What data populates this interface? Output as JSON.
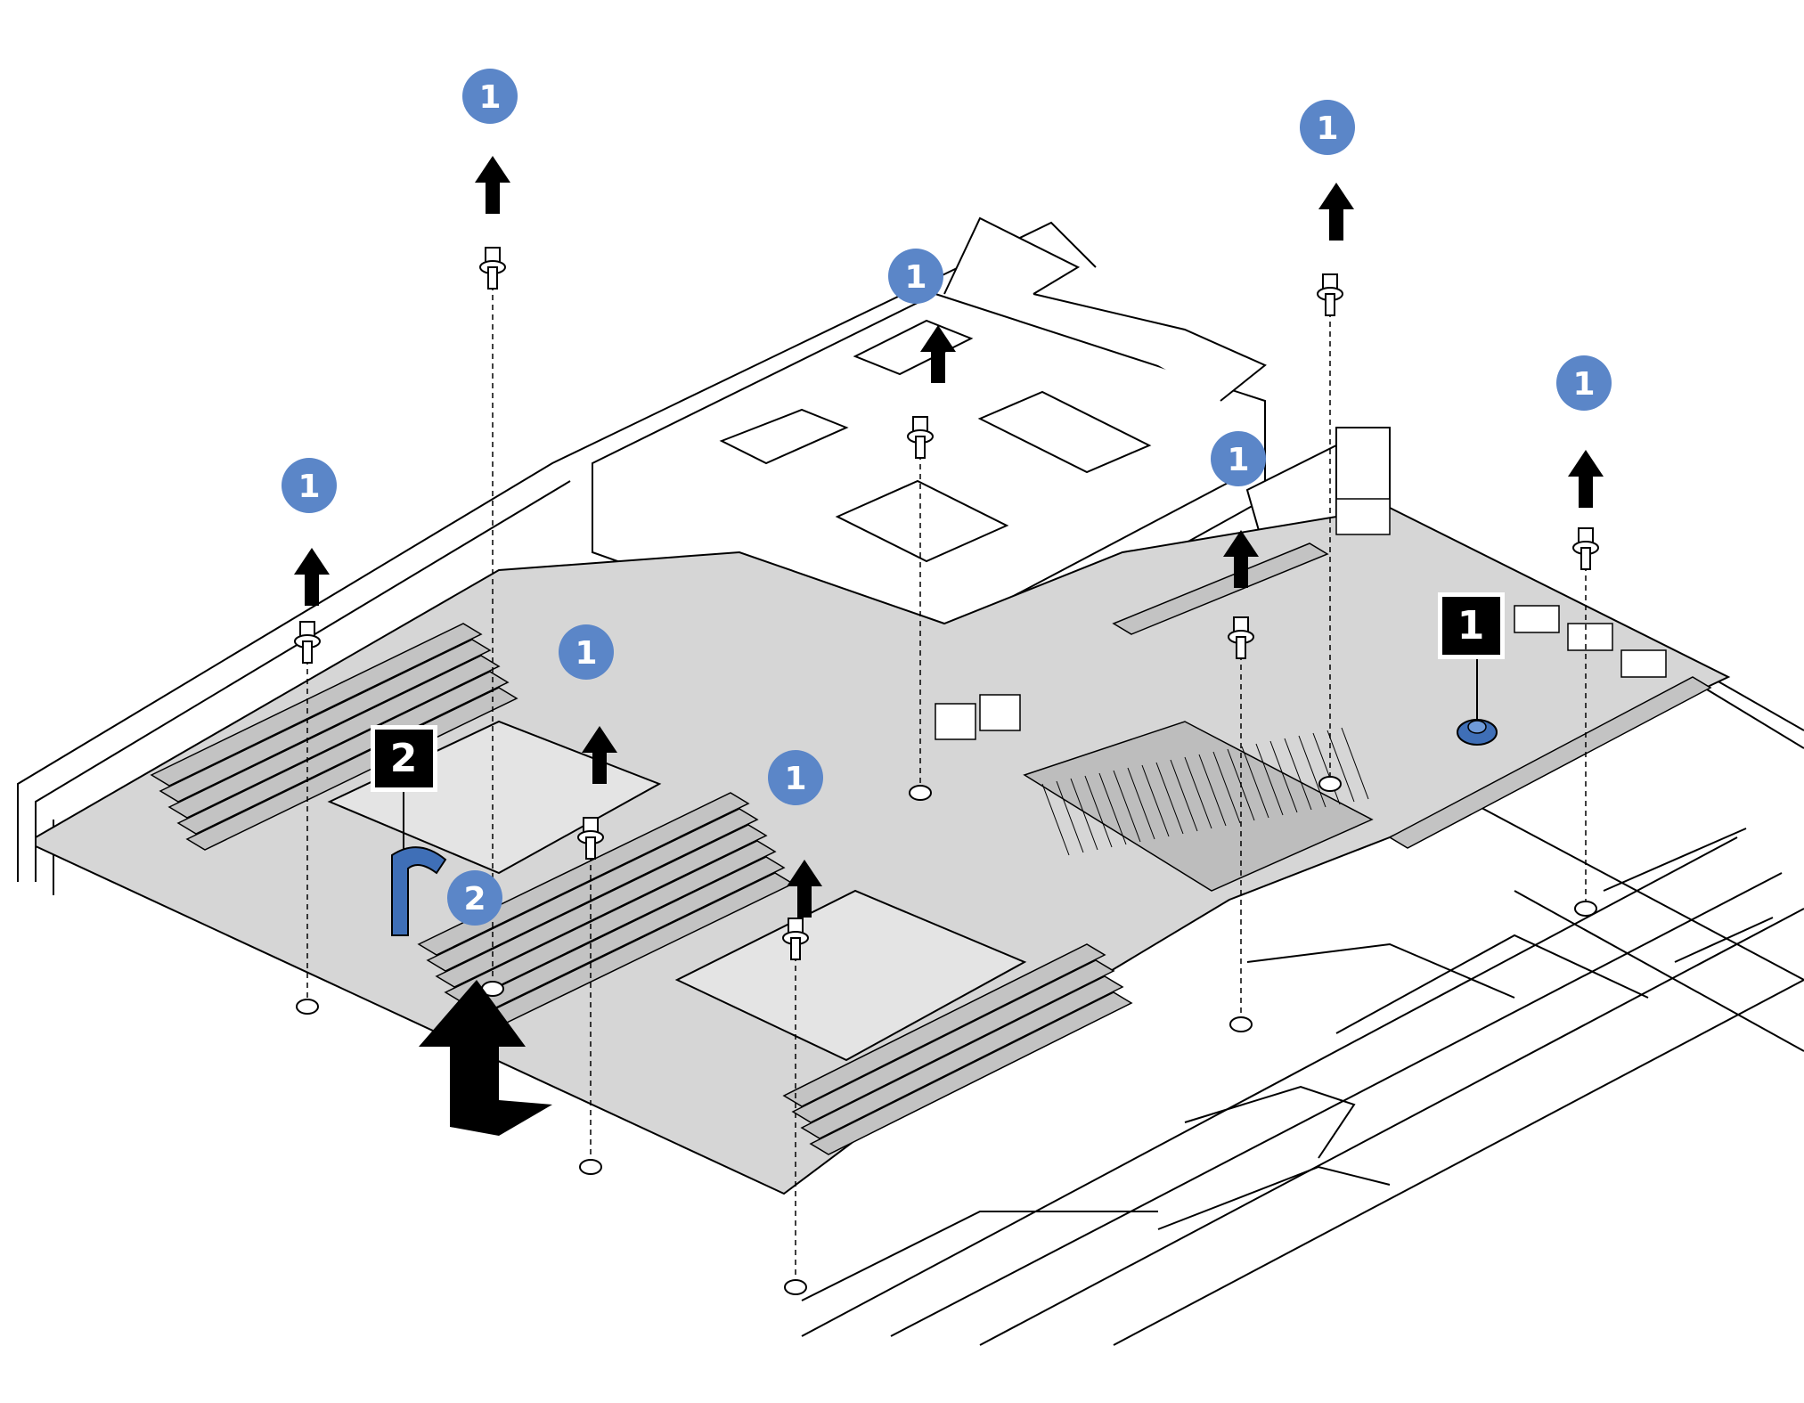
{
  "colors": {
    "step_badge": "#5b86c8",
    "callout_box": "#000000",
    "board_fill": "#d6d6d6",
    "line": "#000000",
    "release_pin": "#3f6fb7"
  },
  "step_badges": [
    {
      "label": "1"
    },
    {
      "label": "1"
    },
    {
      "label": "1"
    },
    {
      "label": "1"
    },
    {
      "label": "1"
    },
    {
      "label": "1"
    },
    {
      "label": "1"
    },
    {
      "label": "1"
    },
    {
      "label": "2"
    }
  ],
  "callouts": [
    {
      "label": "1"
    },
    {
      "label": "2"
    }
  ],
  "icons": {
    "step_badge": "numbered-circle-icon",
    "arrow": "up-arrow-icon",
    "screw": "thumbscrew-icon",
    "pin": "release-pin-icon",
    "handle": "lift-handle-icon"
  }
}
